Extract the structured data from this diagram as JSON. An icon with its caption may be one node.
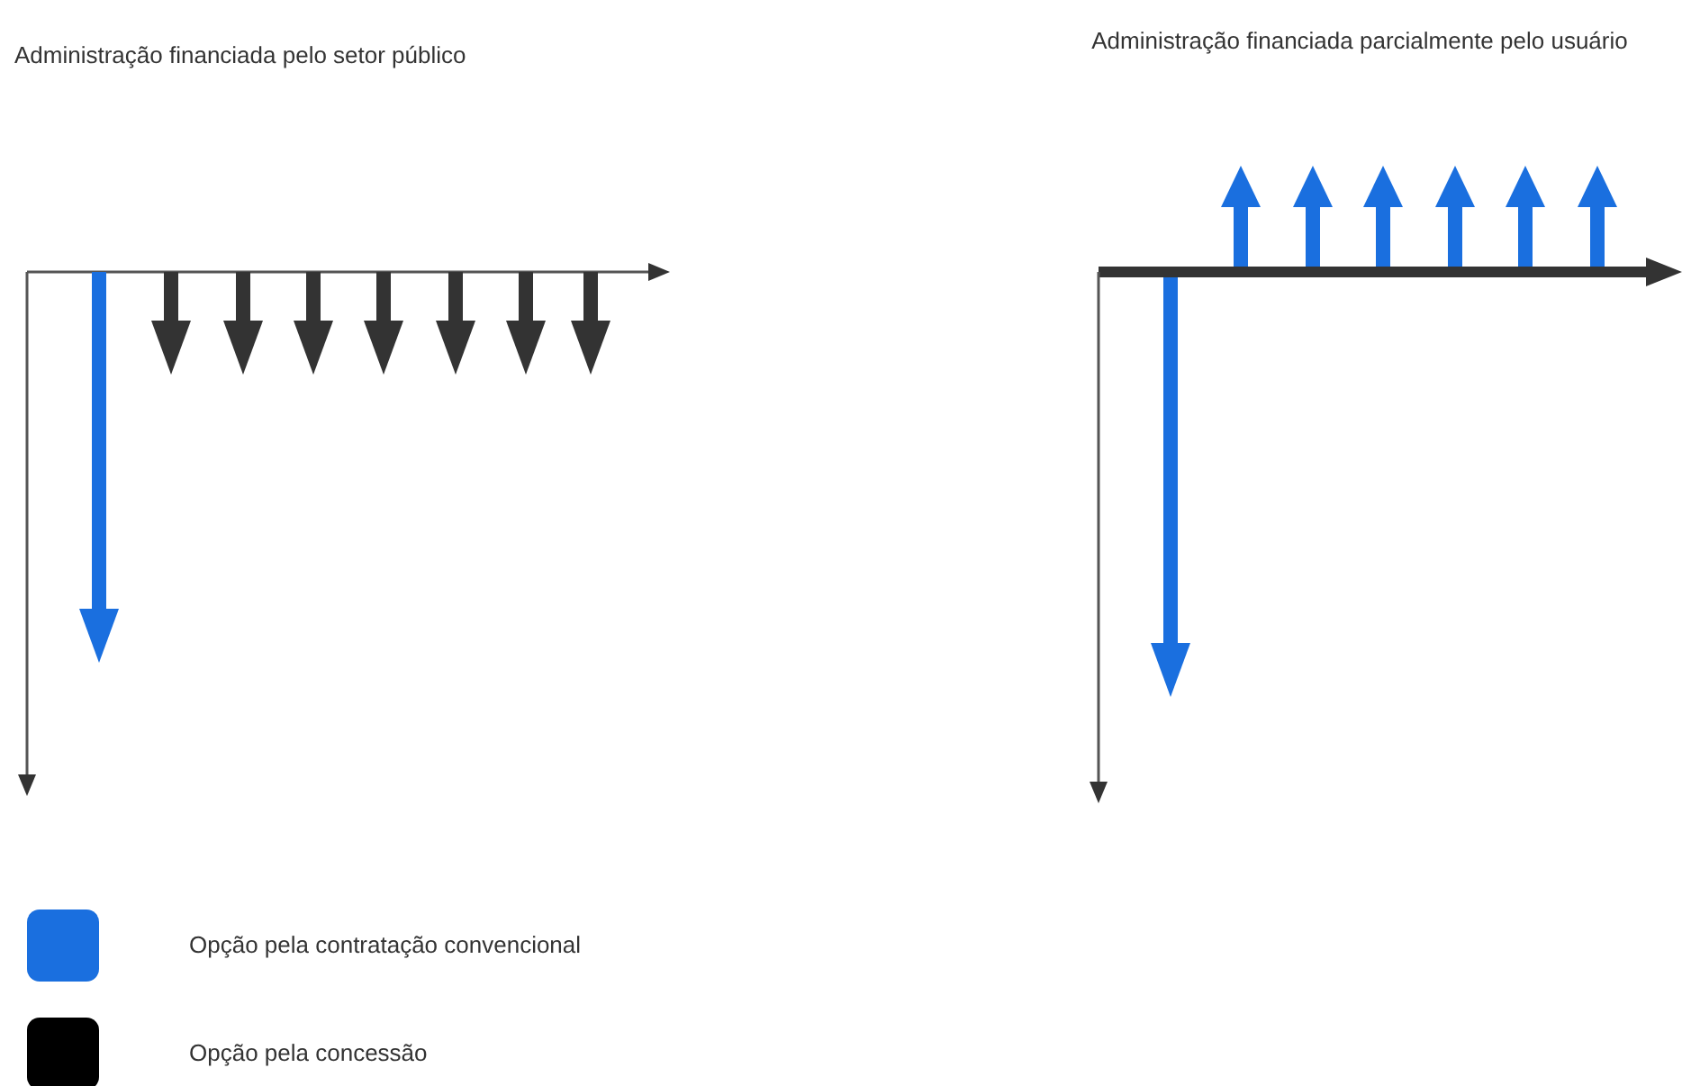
{
  "diagram": {
    "labels": [
      "Administração financiada pelo setor público",
      "Administração financiada parcialmente pelo usuário"
    ],
    "legend": [
      {
        "text": "Opção pela contratação convencional",
        "color": "#1a6fdf"
      },
      {
        "text": "Opção pela concessão",
        "color": "#000000"
      }
    ]
  }
}
